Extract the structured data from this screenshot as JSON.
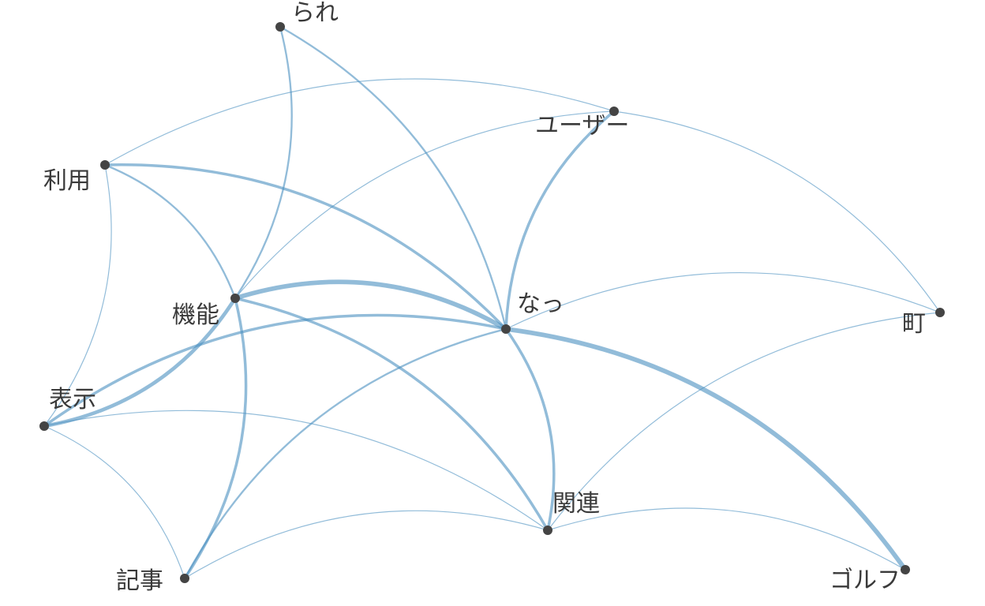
{
  "diagram": {
    "type": "co-occurrence-network",
    "colors": {
      "edge": "#4a8fbf",
      "node": "#444444",
      "label": "#3a3a3a",
      "background": "#ffffff"
    },
    "nodes": [
      {
        "id": "rare",
        "label": "られ"
      },
      {
        "id": "user",
        "label": "ユーザー"
      },
      {
        "id": "riyou",
        "label": "利用"
      },
      {
        "id": "kinou",
        "label": "機能"
      },
      {
        "id": "natt",
        "label": "なっ"
      },
      {
        "id": "machi",
        "label": "町"
      },
      {
        "id": "hyouji",
        "label": "表示"
      },
      {
        "id": "kanren",
        "label": "関連"
      },
      {
        "id": "kiji",
        "label": "記事"
      },
      {
        "id": "golf",
        "label": "ゴルフ"
      }
    ],
    "edges": [
      {
        "source": "kinou",
        "target": "natt",
        "weight": 5
      },
      {
        "source": "natt",
        "target": "golf",
        "weight": 5
      },
      {
        "source": "kinou",
        "target": "hyouji",
        "weight": 4
      },
      {
        "source": "natt",
        "target": "user",
        "weight": 3
      },
      {
        "source": "riyou",
        "target": "natt",
        "weight": 3
      },
      {
        "source": "hyouji",
        "target": "natt",
        "weight": 3
      },
      {
        "source": "kinou",
        "target": "kanren",
        "weight": 3
      },
      {
        "source": "natt",
        "target": "kanren",
        "weight": 3
      },
      {
        "source": "kinou",
        "target": "kiji",
        "weight": 3
      },
      {
        "source": "rare",
        "target": "kinou",
        "weight": 2
      },
      {
        "source": "rare",
        "target": "natt",
        "weight": 2
      },
      {
        "source": "riyou",
        "target": "kinou",
        "weight": 2
      },
      {
        "source": "kiji",
        "target": "natt",
        "weight": 2
      },
      {
        "source": "kinou",
        "target": "user",
        "weight": 1
      },
      {
        "source": "riyou",
        "target": "user",
        "weight": 1
      },
      {
        "source": "user",
        "target": "machi",
        "weight": 1
      },
      {
        "source": "natt",
        "target": "machi",
        "weight": 1
      },
      {
        "source": "kanren",
        "target": "machi",
        "weight": 1
      },
      {
        "source": "riyou",
        "target": "hyouji",
        "weight": 1
      },
      {
        "source": "hyouji",
        "target": "kanren",
        "weight": 1
      },
      {
        "source": "hyouji",
        "target": "kiji",
        "weight": 1
      },
      {
        "source": "kiji",
        "target": "kanren",
        "weight": 1
      },
      {
        "source": "kanren",
        "target": "golf",
        "weight": 1
      }
    ]
  }
}
